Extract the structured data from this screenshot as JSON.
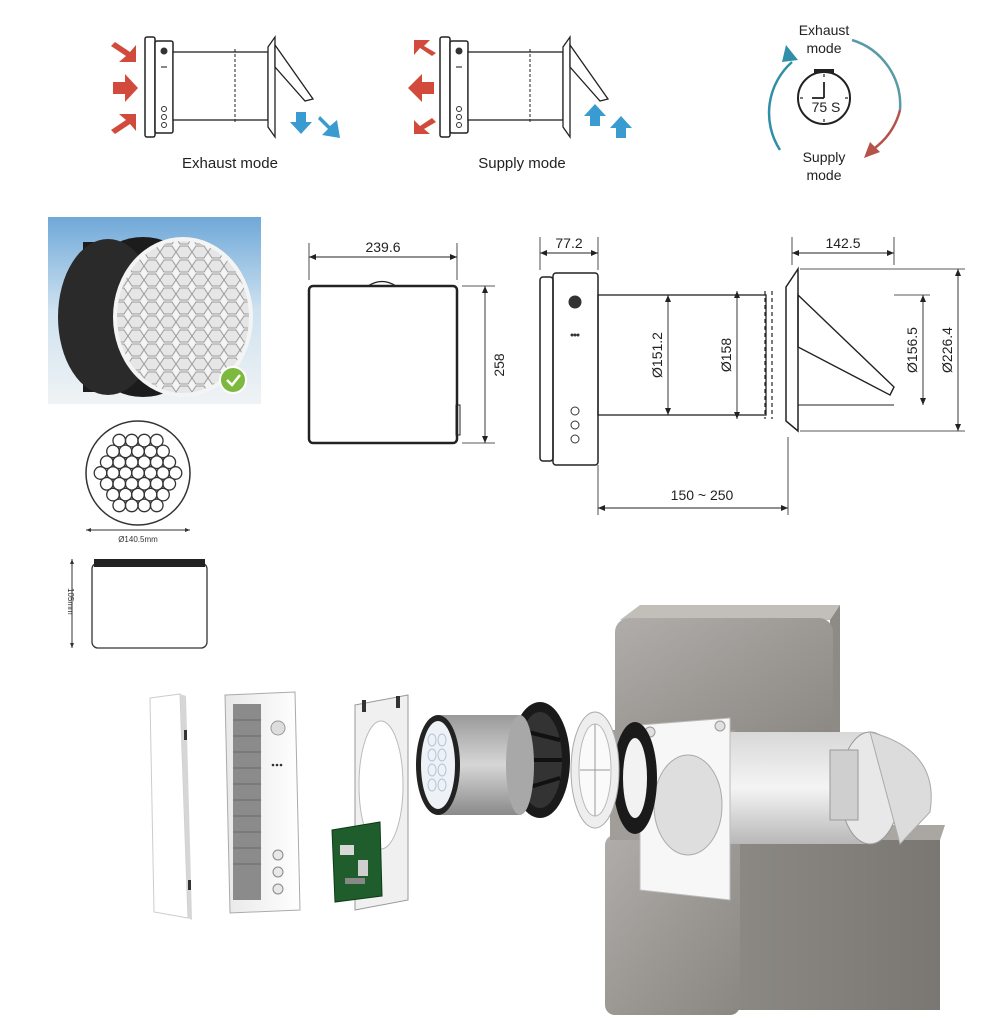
{
  "modes": {
    "exhaust_caption": "Exhaust mode",
    "supply_caption": "Supply mode"
  },
  "cycle": {
    "top_line1": "Exhaust",
    "top_line2": "mode",
    "timer": "75 S",
    "bottom_line1": "Supply",
    "bottom_line2": "mode"
  },
  "dimensions": {
    "front_width": "239.6",
    "front_height": "258",
    "depth_front": "77.2",
    "hood_depth": "142.5",
    "inner_diameter": "Ø151.2",
    "pipe_diameter": "Ø158",
    "hood_inner_diameter": "Ø156.5",
    "hood_outer_diameter": "Ø226.4",
    "wall_range": "150 ~ 250"
  },
  "heat_exchanger": {
    "diameter_label": "Ø140.5mm",
    "length_label": "105mm"
  },
  "colors": {
    "red_arrow": "#d24a3c",
    "blue_arrow": "#3a9bd0",
    "cycle_teal": "#2f8fa8",
    "cycle_red": "#b5524a"
  }
}
